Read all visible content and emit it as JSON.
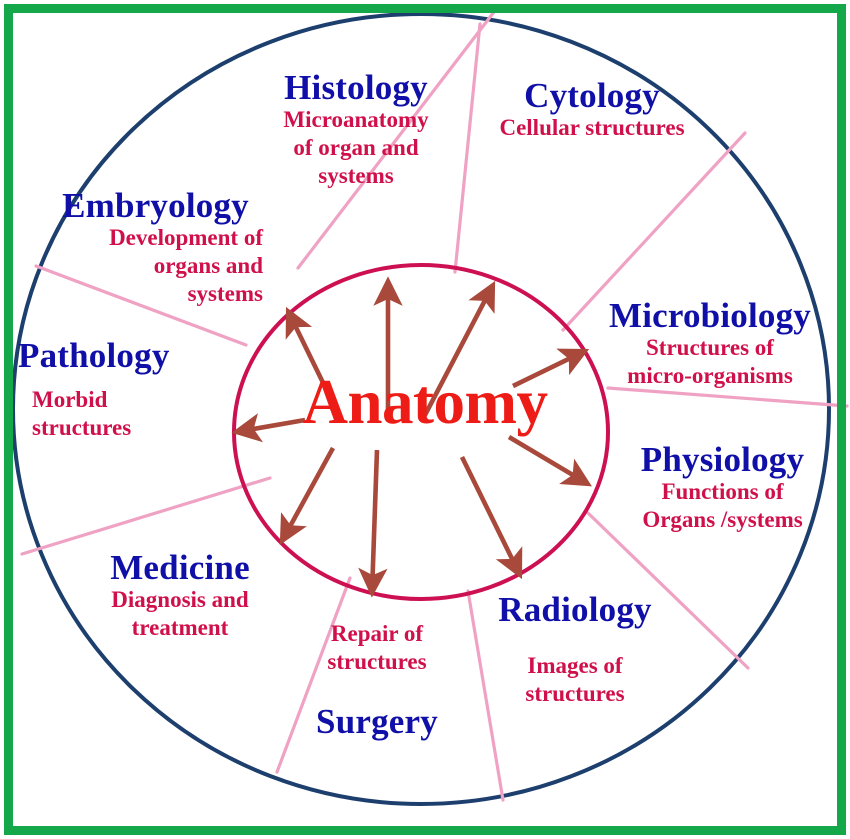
{
  "diagram": {
    "center_label": "Anatomy",
    "colors": {
      "frame_green": "#15a84b",
      "outer_circle_navy": "#1d3f6e",
      "inner_circle_crimson": "#cc1052",
      "divider_pink": "#f0a0c0",
      "arrow_brown": "#a8493b",
      "title_blue": "#1010a8",
      "desc_pink": "#d0104a",
      "center_red": "#ee1c17"
    },
    "branches": [
      {
        "id": "histology",
        "title": "Histology",
        "desc_lines": [
          "Microanatomy",
          "of organ and",
          "systems"
        ]
      },
      {
        "id": "cytology",
        "title": "Cytology",
        "desc_lines": [
          "Cellular structures"
        ]
      },
      {
        "id": "microbiology",
        "title": "Microbiology",
        "desc_lines": [
          "Structures of",
          "micro-organisms"
        ]
      },
      {
        "id": "physiology",
        "title": "Physiology",
        "desc_lines": [
          "Functions of",
          "Organs /systems"
        ]
      },
      {
        "id": "radiology",
        "title": "Radiology",
        "desc_lines": [
          "Images of",
          "structures"
        ]
      },
      {
        "id": "surgery",
        "title": "Surgery",
        "desc_lines": [
          "Repair of",
          "structures"
        ]
      },
      {
        "id": "medicine",
        "title": "Medicine",
        "desc_lines": [
          "Diagnosis and",
          "treatment"
        ]
      },
      {
        "id": "pathology",
        "title": "Pathology",
        "desc_lines": [
          "Morbid",
          "structures"
        ]
      },
      {
        "id": "embryology",
        "title": "Embryology",
        "desc_lines": [
          "Development of",
          "organs and",
          "systems"
        ]
      }
    ]
  }
}
